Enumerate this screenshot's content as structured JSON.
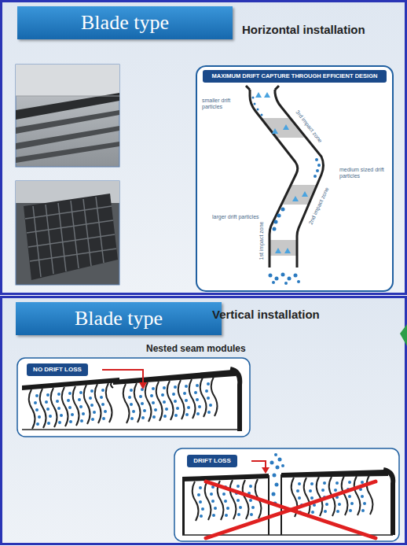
{
  "diagram": {
    "nodes": [
      {
        "text": [
          "Blade type"
        ]
      },
      {
        "text": [
          "MAXIMUM DRIFT CAPTURE THROUGH EFFICIENT DESIGN"
        ]
      },
      {
        "text": [
          "Blade type"
        ]
      },
      {
        "text": [
          "NO DRIFT LOSS"
        ]
      },
      {
        "text": [
          "DRIFT LOSS"
        ]
      }
    ],
    "edges": [],
    "labels": [
      "Horizontal installation",
      "smaller drift particles",
      "3rd impact zone",
      "medium sized drift particles",
      "2nd impact zone",
      "larger drift particles",
      "1st impact zone",
      "Vertical installation",
      "Nested seam modules"
    ]
  }
}
